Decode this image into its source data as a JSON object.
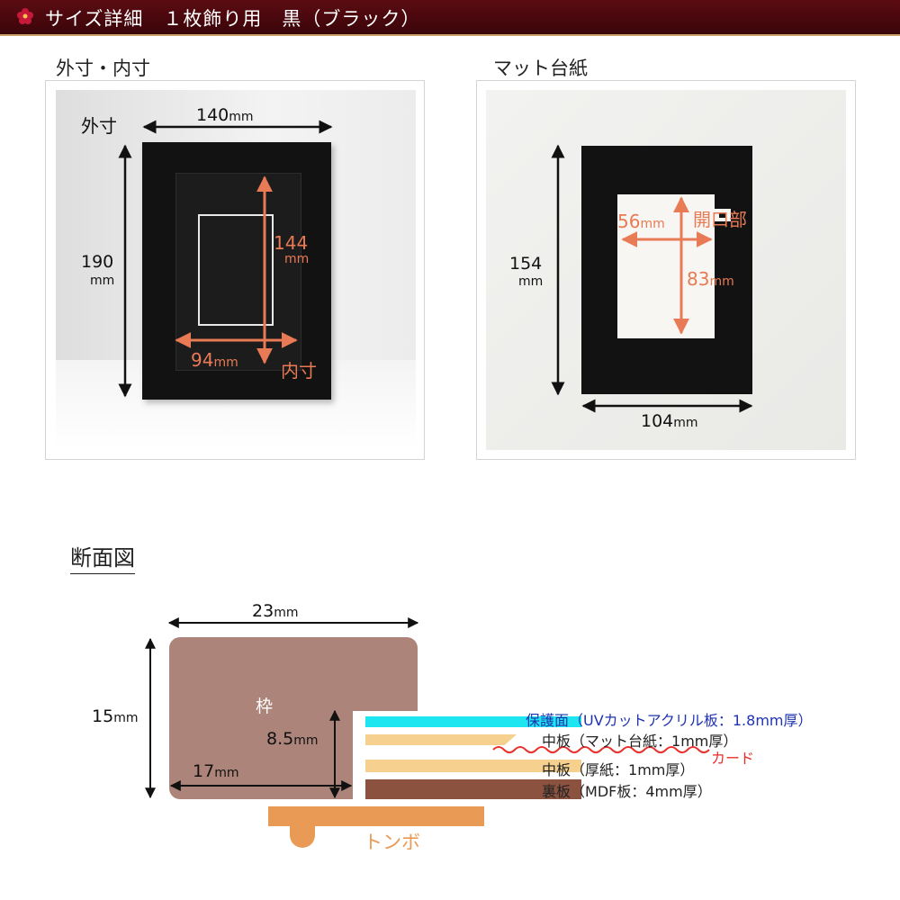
{
  "header": {
    "title": "サイズ詳細　１枚飾り用　黒（ブラック）",
    "icon": "flower-icon"
  },
  "panel_left": {
    "label": "外寸・内寸",
    "outer_label": "外寸",
    "width_value": "140",
    "width_unit": "mm",
    "height_value": "190",
    "height_unit": "mm",
    "inner_height_value": "144",
    "inner_height_unit": "mm",
    "inner_width_value": "94",
    "inner_width_unit": "mm",
    "inner_label": "内寸"
  },
  "panel_right": {
    "label": "マット台紙",
    "open_width_value": "56",
    "open_width_unit": "mm",
    "open_label": "開口部",
    "open_height_value": "83",
    "open_height_unit": "mm",
    "height_value": "154",
    "height_unit": "mm",
    "width_value": "104",
    "width_unit": "mm"
  },
  "section": {
    "title": "断面図",
    "top_width_value": "23",
    "top_width_unit": "mm",
    "height_value": "15",
    "height_unit": "mm",
    "frame_label": "枠",
    "depth_value": "8.5",
    "depth_unit": "mm",
    "inner_width_value": "17",
    "inner_width_unit": "mm",
    "layers": [
      {
        "name": "保護面",
        "desc": "（UVカットアクリル板：1.8mm厚）"
      },
      {
        "name": "中板",
        "desc": "（マット台紙：1mm厚）"
      },
      {
        "name": "中板",
        "desc": "（厚紙：1mm厚）"
      },
      {
        "name": "裏板",
        "desc": "（MDF板：4mm厚）"
      }
    ],
    "card_label": "カード",
    "stand_label": "トンボ"
  },
  "colors": {
    "header_bg": "#4a070e",
    "accent_orange": "#e87a55",
    "frame_brown": "#ad847a",
    "acrylic_cyan": "#1ee6f0",
    "mat_beige": "#f6d08e",
    "mdf_brown": "#8b5240",
    "stand_orange": "#e99a55",
    "layer_blue": "#1f33b0",
    "card_red": "#e8302a"
  }
}
